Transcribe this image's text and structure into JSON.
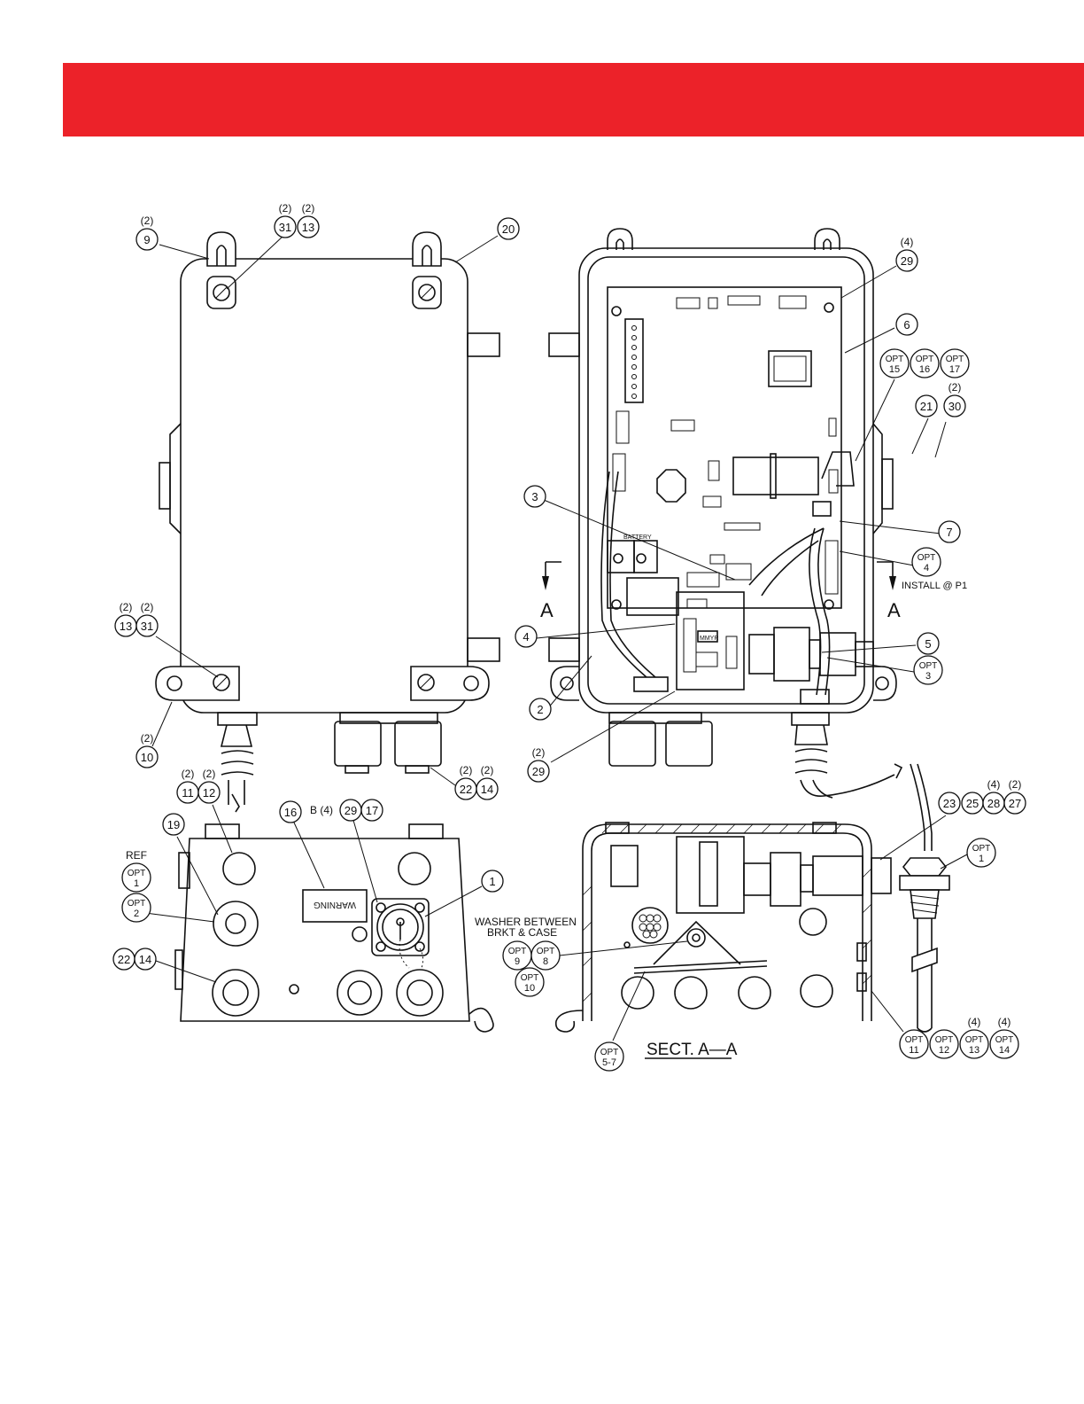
{
  "colors": {
    "banner": "#ec2229",
    "line": "#111111"
  },
  "balloons": [
    {
      "id": "b1",
      "label": "9",
      "qty": "(2)"
    },
    {
      "id": "b2",
      "label": "31",
      "qty": "(2)"
    },
    {
      "id": "b3",
      "label": "13",
      "qty": "(2)"
    },
    {
      "id": "b4",
      "label": "20",
      "qty": ""
    },
    {
      "id": "b5",
      "label": "13",
      "qty": "(2)"
    },
    {
      "id": "b6",
      "label": "31",
      "qty": "(2)"
    },
    {
      "id": "b7",
      "label": "10",
      "qty": "(2)"
    },
    {
      "id": "b8",
      "label": "22",
      "qty": "(2)"
    },
    {
      "id": "b9",
      "label": "14",
      "qty": "(2)"
    },
    {
      "id": "b10",
      "label": "29",
      "qty": "(4)"
    },
    {
      "id": "b11",
      "label": "6",
      "qty": ""
    },
    {
      "id": "b12",
      "label": "OPT 15",
      "qty": ""
    },
    {
      "id": "b13",
      "label": "OPT 16",
      "qty": ""
    },
    {
      "id": "b14",
      "label": "OPT 17",
      "qty": ""
    },
    {
      "id": "b15",
      "label": "21",
      "qty": ""
    },
    {
      "id": "b16",
      "label": "30",
      "qty": "(2)"
    },
    {
      "id": "b17",
      "label": "3",
      "qty": ""
    },
    {
      "id": "b18",
      "label": "7",
      "qty": ""
    },
    {
      "id": "b19",
      "label": "OPT 4",
      "qty": ""
    },
    {
      "id": "b20",
      "label": "4",
      "qty": ""
    },
    {
      "id": "b21",
      "label": "5",
      "qty": ""
    },
    {
      "id": "b22",
      "label": "OPT 3",
      "qty": ""
    },
    {
      "id": "b23",
      "label": "2",
      "qty": ""
    },
    {
      "id": "b24",
      "label": "29",
      "qty": "(2)"
    },
    {
      "id": "b25",
      "label": "11",
      "qty": "(2)"
    },
    {
      "id": "b26",
      "label": "12",
      "qty": "(2)"
    },
    {
      "id": "b27",
      "label": "19",
      "qty": ""
    },
    {
      "id": "b28",
      "label": "16",
      "qty": ""
    },
    {
      "id": "b29",
      "label": "29",
      "qty": ""
    },
    {
      "id": "b30",
      "label": "17",
      "qty": ""
    },
    {
      "id": "b31",
      "label": "OPT 1",
      "qty": "REF"
    },
    {
      "id": "b32",
      "label": "OPT 2",
      "qty": ""
    },
    {
      "id": "b33",
      "label": "22",
      "qty": ""
    },
    {
      "id": "b34",
      "label": "14",
      "qty": ""
    },
    {
      "id": "b35",
      "label": "1",
      "qty": ""
    },
    {
      "id": "b36",
      "label": "OPT 9",
      "qty": ""
    },
    {
      "id": "b37",
      "label": "OPT 8",
      "qty": ""
    },
    {
      "id": "b38",
      "label": "OPT 10",
      "qty": ""
    },
    {
      "id": "b39",
      "label": "23",
      "qty": ""
    },
    {
      "id": "b40",
      "label": "25",
      "qty": ""
    },
    {
      "id": "b41",
      "label": "28",
      "qty": "(4)"
    },
    {
      "id": "b42",
      "label": "27",
      "qty": "(2)"
    },
    {
      "id": "b43",
      "label": "OPT 1",
      "qty": ""
    },
    {
      "id": "b44",
      "label": "OPT 5-7",
      "qty": ""
    },
    {
      "id": "b45",
      "label": "OPT 11",
      "qty": ""
    },
    {
      "id": "b46",
      "label": "OPT 12",
      "qty": ""
    },
    {
      "id": "b47",
      "label": "OPT 13",
      "qty": "(4)"
    },
    {
      "id": "b48",
      "label": "OPT 14",
      "qty": "(4)"
    }
  ],
  "labels": {
    "install": "INSTALL @ P1",
    "section_a": "A",
    "washer_line1": "WASHER BETWEEN",
    "washer_line2": "BRKT & CASE",
    "section_title": "SECT. A—A",
    "warning": "WARNING",
    "b_qty": "B (4)",
    "battery": "BATTERY",
    "mmyr": "MMYR"
  }
}
